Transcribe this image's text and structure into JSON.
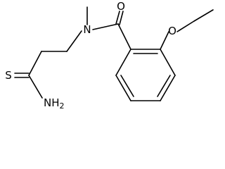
{
  "molecule": {
    "atom_labels": {
      "oxygen_carbonyl": "O",
      "oxygen_ether": "O",
      "nitrogen_amide": "N",
      "sulfur": "S",
      "amine": "NH",
      "amine_subscript": "2"
    },
    "colors": {
      "bond": "#000000",
      "text": "#000000",
      "background": "#ffffff"
    }
  }
}
